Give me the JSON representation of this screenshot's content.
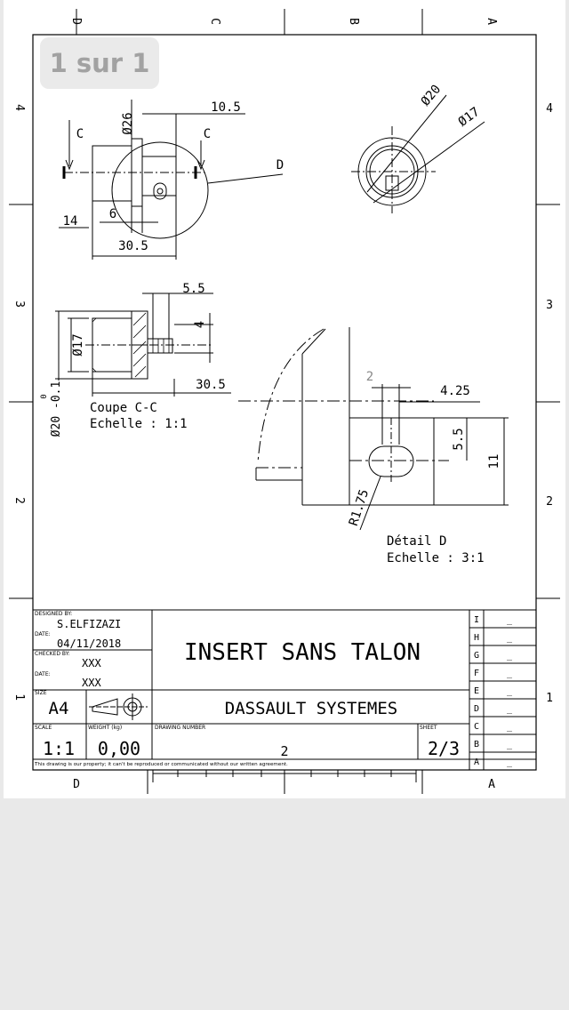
{
  "viewer": {
    "page_indicator": "1 sur 1"
  },
  "border": {
    "columns_top": [
      "D",
      "C",
      "B",
      "A"
    ],
    "columns_bottom": [
      "D",
      "A"
    ],
    "rows_left": [
      "4",
      "3",
      "2",
      "1"
    ],
    "rows_right": [
      "4",
      "3",
      "2",
      "1"
    ]
  },
  "views": {
    "front": {
      "dia26": "Ø26",
      "len10_5": "10.5",
      "section_a": "C",
      "section_b": "C",
      "detail": "D",
      "len14": "14",
      "len6": "6",
      "len30_5": "30.5"
    },
    "side": {
      "dia20": "Ø20",
      "dia17": "Ø17"
    },
    "section": {
      "len5_5": "5.5",
      "len4": "4",
      "dia17": "Ø17",
      "dia20_tol": "Ø20 -0.1",
      "tol_upper": "0",
      "len30_5": "30.5",
      "caption": "Coupe C-C",
      "scale": "Echelle :  1:1"
    },
    "detail": {
      "len2": "2",
      "len4_25": "4.25",
      "len5_5": "5.5",
      "len11": "11",
      "radius": "R1.75",
      "caption": "Détail D",
      "scale": "Echelle :  3:1"
    }
  },
  "title_block": {
    "designed_by_label": "DESIGNED BY:",
    "designed_by": "S.ELFIZAZI",
    "date_label": "DATE:",
    "date": "04/11/2018",
    "checked_by_label": "CHECKED BY:",
    "checked_by": "XXX",
    "date2_label": "DATE:",
    "date2": "XXX",
    "title": "INSERT SANS TALON",
    "size_label": "SIZE",
    "size": "A4",
    "company": "DASSAULT SYSTEMES",
    "scale_label": "SCALE",
    "scale": "1:1",
    "weight_label": "WEIGHT (kg)",
    "weight": "0,00",
    "drawing_number_label": "DRAWING NUMBER",
    "drawing_number": "2",
    "sheet_label": "SHEET",
    "sheet": "2/3",
    "notice": "This drawing is our property; it can't be reproduced or communicated without our written agreement.",
    "revisions": [
      {
        "letter": "I",
        "value": "_"
      },
      {
        "letter": "H",
        "value": "_"
      },
      {
        "letter": "G",
        "value": "_"
      },
      {
        "letter": "F",
        "value": "_"
      },
      {
        "letter": "E",
        "value": "_"
      },
      {
        "letter": "D",
        "value": "_"
      },
      {
        "letter": "C",
        "value": "_"
      },
      {
        "letter": "B",
        "value": "_"
      },
      {
        "letter": "A",
        "value": "_"
      }
    ]
  }
}
